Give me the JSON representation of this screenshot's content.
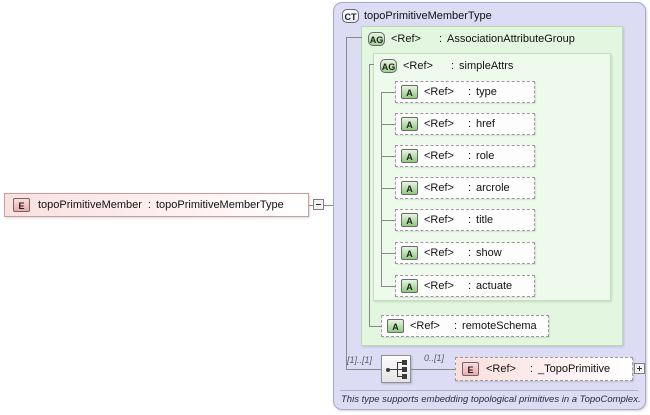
{
  "diagram": {
    "kind": "xsd-schema-diagram",
    "root_element": {
      "icon": "element-icon",
      "badge": "E",
      "name": "topoPrimitiveMember",
      "separator": ":",
      "type": "topoPrimitiveMemberType",
      "toggle": "collapse-toggle"
    },
    "complex_type": {
      "badge": "CT",
      "title": "topoPrimitiveMemberType"
    },
    "attribute_group_outer": {
      "badge": "AG",
      "ref": "<Ref>",
      "separator": ":",
      "name": "AssociationAttributeGroup"
    },
    "attribute_group_inner": {
      "badge": "AG",
      "ref": "<Ref>",
      "separator": ":",
      "name": "simpleAttrs"
    },
    "attributes_inner": [
      {
        "badge": "A",
        "ref": "<Ref>",
        "separator": ":",
        "name": "type"
      },
      {
        "badge": "A",
        "ref": "<Ref>",
        "separator": ":",
        "name": "href"
      },
      {
        "badge": "A",
        "ref": "<Ref>",
        "separator": ":",
        "name": "role"
      },
      {
        "badge": "A",
        "ref": "<Ref>",
        "separator": ":",
        "name": "arcrole"
      },
      {
        "badge": "A",
        "ref": "<Ref>",
        "separator": ":",
        "name": "title"
      },
      {
        "badge": "A",
        "ref": "<Ref>",
        "separator": ":",
        "name": "show"
      },
      {
        "badge": "A",
        "ref": "<Ref>",
        "separator": ":",
        "name": "actuate"
      }
    ],
    "attributes_outer": [
      {
        "badge": "A",
        "ref": "<Ref>",
        "separator": ":",
        "name": "remoteSchema"
      }
    ],
    "sequence": {
      "icon": "sequence-compositor-icon",
      "cardinality": "[1]..[1]"
    },
    "child_element": {
      "badge": "E",
      "ref": "<Ref>",
      "separator": ":",
      "name": "_TopoPrimitive",
      "cardinality": "0..[1]",
      "toggle": "expand-toggle"
    },
    "annotation": "This type supports embedding topological primitives in a TopoComplex."
  },
  "colors": {
    "complex_type_bg": "#dcdcf5",
    "attribute_group_outer_bg": "#e3f6e0",
    "attribute_group_inner_bg": "#eefbec",
    "element_bg": "#fbe4e4",
    "connector": "#8a8a8a"
  }
}
